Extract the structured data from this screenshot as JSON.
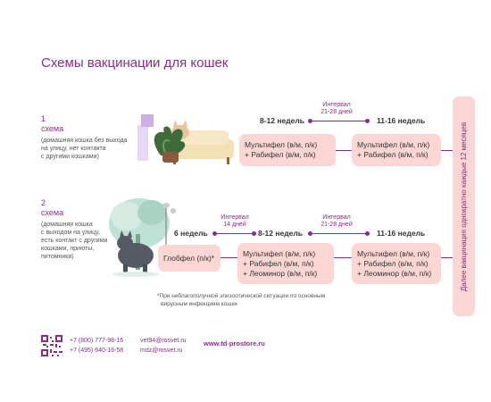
{
  "title": "Схемы вакцинации для кошек",
  "scheme1": {
    "num": "1",
    "label": "схема",
    "desc": [
      "(домашняя кошка без выхода",
      "на улицу, нет контакта",
      "с другими кошками)"
    ],
    "weeks": [
      "8-12 недель",
      "11-16 недель"
    ],
    "interval": [
      "Интервал",
      "21-28 дней"
    ],
    "boxes": [
      [
        "Мультифел (в/м, п/к)",
        "+ Рабифел (в/м, п/к)"
      ],
      [
        "Мультифел (в/м, п/к)",
        "+ Рабифел (в/м, п/к)"
      ]
    ]
  },
  "scheme2": {
    "num": "2",
    "label": "схема",
    "desc": [
      "(домашняя кошка",
      "с выходом на улицу,",
      "есть контакт с другими",
      "кошками, приюты,",
      "питомники)"
    ],
    "weeks": [
      "6 недель",
      "8-12 недель",
      "11-16 недель"
    ],
    "interval1": [
      "Интервал",
      "14 дней"
    ],
    "interval2": [
      "Интервал",
      "21-28 дней"
    ],
    "boxes": [
      [
        "Глобфел (п/к)*"
      ],
      [
        "Мультифел (в/м, п/к)",
        "+ Рабифел (в/м, п/к)",
        "+ Леоминор (в/м, п/к)"
      ],
      [
        "Мультифел (в/м, п/к)",
        "+ Рабифел (в/м, п/к)",
        "+ Леоминор (в/м, п/к)"
      ]
    ]
  },
  "annual": "Далее вакцинация однократно каждые 12 месяцев",
  "footnote": [
    "*При неблагополучной эпизоотической ситуации по основным",
    "вирусным инфекциям кошек"
  ],
  "contacts": {
    "phones": [
      "+7 (800) 777-98-16",
      "+7 (495) 640-16-58"
    ],
    "emails": [
      "vet94@rosvet.ru",
      "mdz@rosvet.ru"
    ],
    "website": "www.td-prostore.ru"
  },
  "colors": {
    "accent": "#8b2c8b",
    "box": "#fbd6d3"
  }
}
